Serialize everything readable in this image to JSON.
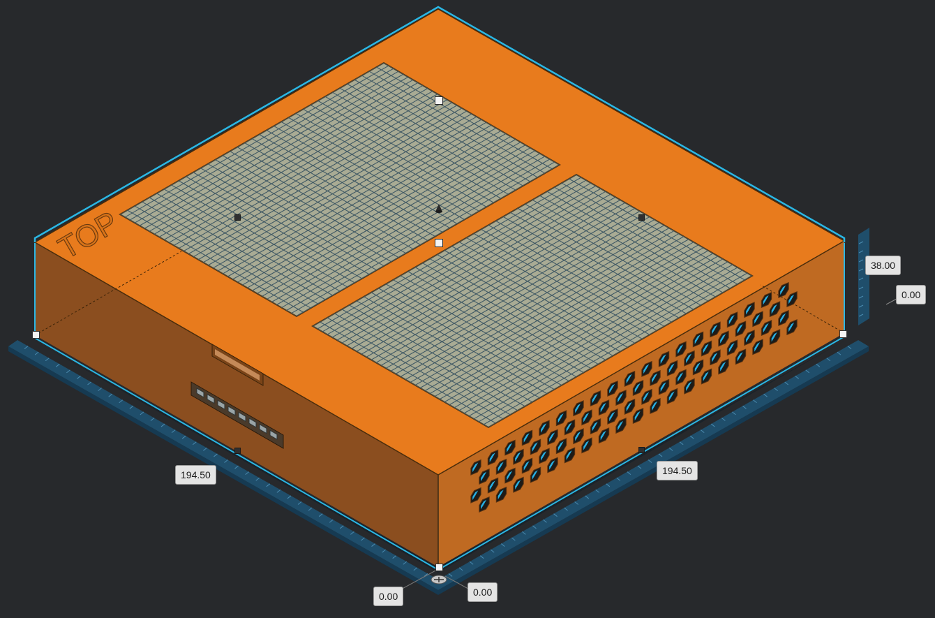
{
  "scene": {
    "model_label": "TOP",
    "colors": {
      "background": "#27292c",
      "build_plate": "#1f4e6b",
      "part_top": "#e87b1d",
      "part_left_wall": "#8b4e1f",
      "part_right_wall": "#bf6a22",
      "mesh_panel": "#a9ab94",
      "mesh_lines": "#3f5864",
      "selection_outline": "#2bb7e4",
      "vent_interior": "#27b0e4"
    },
    "icons": [
      "move-handle-icon",
      "rotate-gizmo-icon",
      "origin-marker-icon"
    ]
  },
  "dimensions": {
    "width_left": "194.50",
    "width_right": "194.50",
    "height": "38.00",
    "elevation": "0.00",
    "x_position": "0.00",
    "y_position": "0.00"
  }
}
